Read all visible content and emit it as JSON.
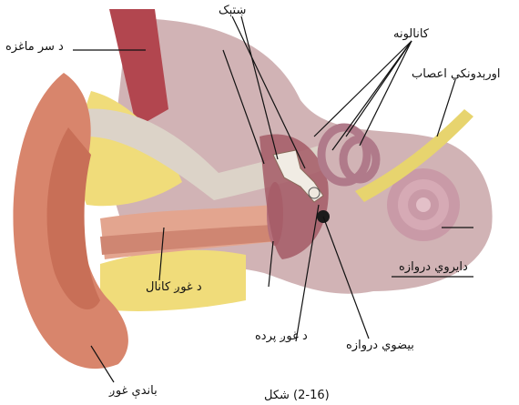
{
  "figure": {
    "labels": {
      "brain_skull": "د سر ماغزه",
      "ossicles": "ښتېک",
      "semicircular_canals": "کانالونه",
      "auditory_nerves": "اورېدونکي اعصاب",
      "round_window": "دایروي دروازه",
      "ear_canal": "د غوږ کانال",
      "eardrum": "د غوږ پرده",
      "oval_window": "بیضوي دروازه",
      "outer_ear": "باندې غوږ"
    },
    "caption": "(2-16) شکل"
  }
}
